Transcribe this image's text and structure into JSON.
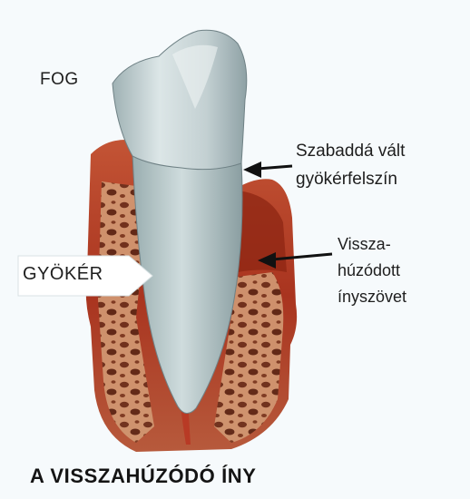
{
  "labels": {
    "tooth": "FOG",
    "root": "GYÖKÉR",
    "exposed_line1": "Szabaddá vált",
    "exposed_line2": "gyökérfelszín",
    "receded_line1": "Vissza-",
    "receded_line2": "húzódott",
    "receded_line3": "ínyszövet",
    "title": "A VISSZAHÚZÓDÓ ÍNY"
  },
  "colors": {
    "background": "#f6fafc",
    "tooth": "#c9d6d8",
    "gum": "#b2402a",
    "bone": "#c58e6a"
  }
}
